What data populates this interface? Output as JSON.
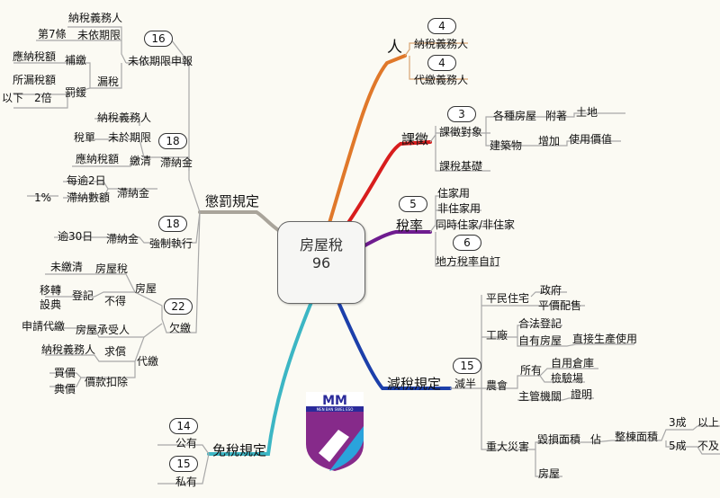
{
  "center": {
    "line1": "房屋稅",
    "line2": "96"
  },
  "top_right": {
    "person": {
      "label": "人",
      "badge1": "4",
      "taxpayer": "納稅義務人",
      "badge2": "4",
      "agent": "代繳義務人"
    },
    "levy": {
      "label": "課徵",
      "badge": "3",
      "object": "課徵對象",
      "houses": "各種房屋",
      "attached": "附著",
      "land": "土地",
      "building": "建築物",
      "increase": "增加",
      "use_value": "使用價值",
      "base": "課稅基礎"
    },
    "rate": {
      "label": "稅率",
      "badge1": "5",
      "residential": "住家用",
      "non_residential": "非住家用",
      "mixed": "同時住家/非住家",
      "badge2": "6",
      "local": "地方稅率自訂"
    }
  },
  "reduction": {
    "label": "減稅規定",
    "badge": "15",
    "half": "減半",
    "public_housing": "平民住宅",
    "government": "政府",
    "distribution": "平價配售",
    "factory": "工廠",
    "legal_reg": "合法登記",
    "own_house": "自有房屋",
    "direct_use": "直接生產使用",
    "farm": "農會",
    "owned": "所有",
    "own_warehouse": "自用倉庫",
    "inspection": "檢驗場",
    "authority": "主管機關",
    "proof": "證明",
    "disaster": "重大災害",
    "damaged_area": "毀損面積",
    "estimate": "佔",
    "whole_area": "整棟面積",
    "thirty": "3成",
    "above": "以上",
    "fifty": "5成",
    "below": "不及",
    "house": "房屋"
  },
  "exemption": {
    "label": "免稅規定",
    "badge1": "14",
    "public": "公有",
    "badge2": "15",
    "private": "私有"
  },
  "penalty": {
    "label": "懲罰規定",
    "unfiled": {
      "badge": "16",
      "title": "未依期限申報",
      "taxpayer": "納稅義務人",
      "art7": "第7條",
      "not_on_time": "未依期限",
      "owed_tax": "應納稅額",
      "supplement": "補繳",
      "evaded": "漏稅",
      "evaded_tax": "所漏稅額",
      "penalty": "罰鍰",
      "below": "以下",
      "double": "2倍"
    },
    "late": {
      "badge": "18",
      "title": "滯納金",
      "taxpayer": "納稅義務人",
      "tax_bill": "稅單",
      "not_in_period": "未於期限",
      "owed_tax": "應納稅額",
      "pay": "繳清",
      "overdue_2days": "每逾2日",
      "one_percent": "1%",
      "late_amount": "滯納數額",
      "late_fee": "滯納金"
    },
    "enforce": {
      "badge": "18",
      "title": "強制執行",
      "over30": "逾30日",
      "late_fee": "滯納金"
    },
    "arrears": {
      "badge": "22",
      "title": "欠繳",
      "unpaid": "未繳清",
      "house_tax": "房屋稅",
      "transfer": "移轉",
      "register": "登記",
      "not_allowed": "不得",
      "mortgage": "設典",
      "house": "房屋",
      "apply_payment": "申請代繳",
      "house_acquirer": "房屋承受人",
      "taxpayer": "納稅義務人",
      "reimburse": "求償",
      "pay_on_behalf": "代繳",
      "buy_price": "買價",
      "pawn_price": "典價",
      "deduct": "價款扣除"
    }
  },
  "logo": {
    "text": "MEN BAN SWEL ESO"
  },
  "colors": {
    "person": "#e0782a",
    "levy": "#d81d1d",
    "rate": "#6f1c8f",
    "reduction": "#1c3faa",
    "exemption": "#3cb6c4",
    "penalty": "#a9a49a",
    "logo_purple": "#862a8a",
    "logo_blue": "#2aa3dc"
  }
}
